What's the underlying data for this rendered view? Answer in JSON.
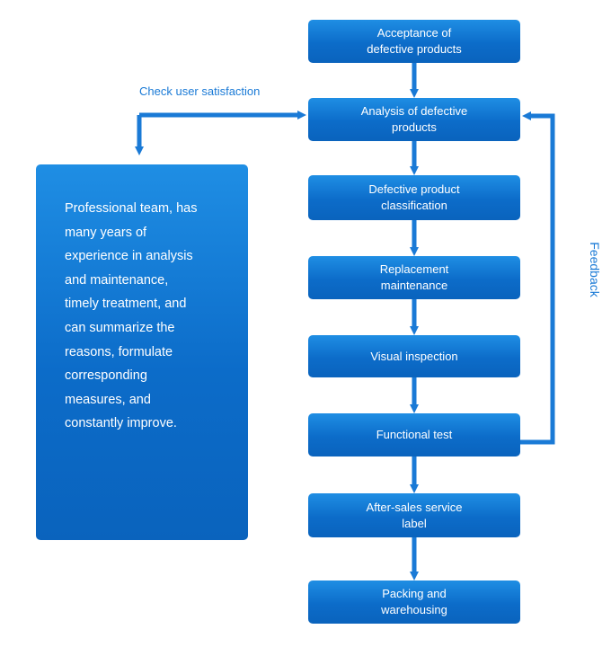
{
  "steps": [
    {
      "label": "Acceptance of\ndefective products"
    },
    {
      "label": "Analysis of defective\nproducts"
    },
    {
      "label": "Defective product\nclassification"
    },
    {
      "label": "Replacement maintenance"
    },
    {
      "label": "Visual inspection"
    },
    {
      "label": "Functional test"
    },
    {
      "label": "After-sales service label"
    },
    {
      "label": "Packing and\nwarehousing"
    }
  ],
  "side_panel": {
    "text": "Professional team, has\nmany years of\nexperience in analysis\nand maintenance,\ntimely treatment, and\ncan summarize the\nreasons, formulate\ncorresponding\nmeasures, and\nconstantly improve."
  },
  "labels": {
    "check_user_satisfaction": "Check user satisfaction",
    "feedback": "Feedback"
  },
  "colors": {
    "box_fill": "#0c6cc9",
    "arrow": "#1a7ad6",
    "label_text": "#1a7ad6"
  }
}
